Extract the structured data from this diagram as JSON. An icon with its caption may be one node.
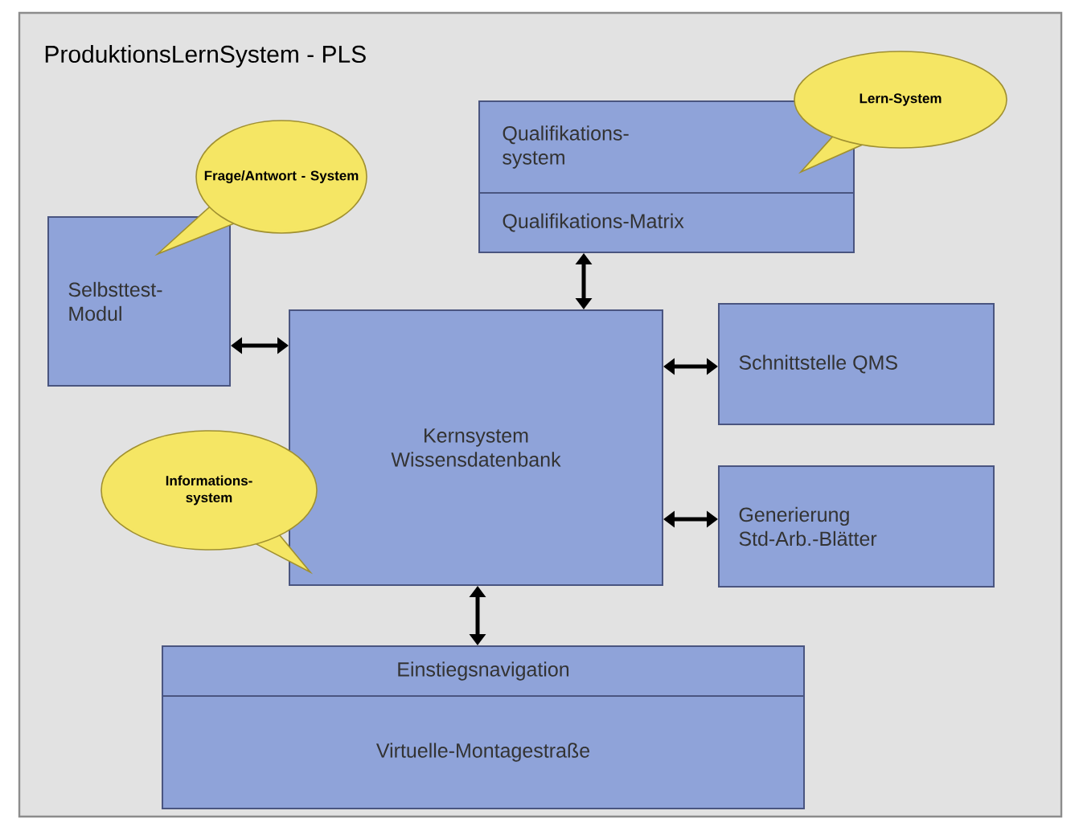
{
  "diagram": {
    "nodes": [
      {
        "text": [
          "ProduktionsLernSystem - PLS"
        ]
      },
      {
        "text": [
          "Qualifikations- system",
          "Qualifikations-Matrix"
        ],
        "in": 0
      },
      {
        "text": [
          "Lern-System"
        ],
        "in": 0
      },
      {
        "text": [
          "Frage/Antwort - System"
        ],
        "in": 0
      },
      {
        "text": [
          "Selbsttest- Modul"
        ],
        "in": 0
      },
      {
        "text": [
          "Kernsystem Wissensdatenbank"
        ],
        "in": 0
      },
      {
        "text": [
          "Schnittstelle QMS"
        ],
        "in": 0
      },
      {
        "text": [
          "Informations- system"
        ],
        "in": 0
      },
      {
        "text": [
          "Generierung Std-Arb.-Blätter"
        ],
        "in": 0
      },
      {
        "text": [
          "Einstiegsnavigation",
          "Virtuelle-Montagestraße"
        ],
        "in": 0
      }
    ],
    "edges": [
      {
        "from": 1,
        "to": 5,
        "arrow": "both"
      },
      {
        "from": 4,
        "to": 5,
        "arrow": "both"
      },
      {
        "from": 5,
        "to": 6,
        "arrow": "both"
      },
      {
        "from": 5,
        "to": 8,
        "arrow": "both"
      },
      {
        "from": 5,
        "to": 9,
        "arrow": "both"
      }
    ]
  }
}
